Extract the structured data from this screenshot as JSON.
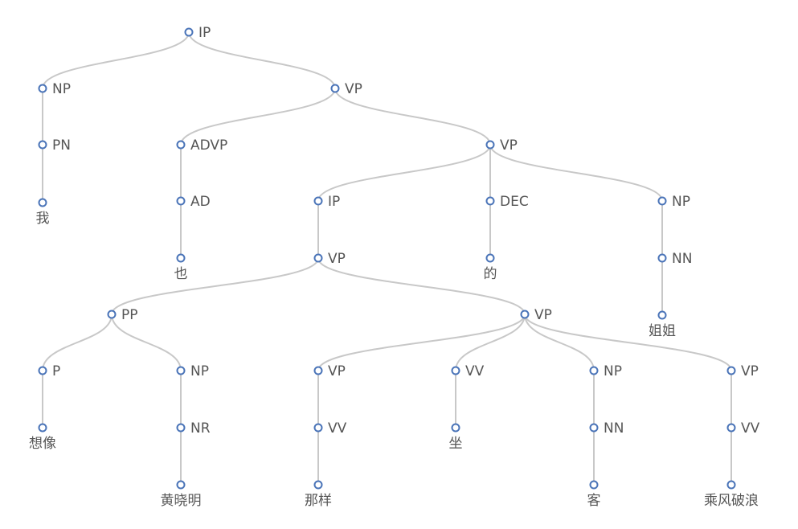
{
  "tree": {
    "nodes": [
      {
        "id": "n0",
        "label": "IP",
        "kind": "phrase"
      },
      {
        "id": "n1",
        "label": "NP",
        "kind": "phrase",
        "parent": "n0"
      },
      {
        "id": "n2",
        "label": "PN",
        "kind": "phrase",
        "parent": "n1"
      },
      {
        "id": "n3",
        "label": "我",
        "kind": "word",
        "parent": "n2"
      },
      {
        "id": "n4",
        "label": "VP",
        "kind": "phrase",
        "parent": "n0"
      },
      {
        "id": "n5",
        "label": "ADVP",
        "kind": "phrase",
        "parent": "n4"
      },
      {
        "id": "n6",
        "label": "AD",
        "kind": "phrase",
        "parent": "n5"
      },
      {
        "id": "n7",
        "label": "也",
        "kind": "word",
        "parent": "n6"
      },
      {
        "id": "n8",
        "label": "VP",
        "kind": "phrase",
        "parent": "n4"
      },
      {
        "id": "n9",
        "label": "IP",
        "kind": "phrase",
        "parent": "n8"
      },
      {
        "id": "n10",
        "label": "VP",
        "kind": "phrase",
        "parent": "n9"
      },
      {
        "id": "n11",
        "label": "PP",
        "kind": "phrase",
        "parent": "n10"
      },
      {
        "id": "n12",
        "label": "P",
        "kind": "phrase",
        "parent": "n11"
      },
      {
        "id": "n13",
        "label": "想像",
        "kind": "word",
        "parent": "n12"
      },
      {
        "id": "n14",
        "label": "NP",
        "kind": "phrase",
        "parent": "n11"
      },
      {
        "id": "n15",
        "label": "NR",
        "kind": "phrase",
        "parent": "n14"
      },
      {
        "id": "n16",
        "label": "黄晓明",
        "kind": "word",
        "parent": "n15"
      },
      {
        "id": "n17",
        "label": "VP",
        "kind": "phrase",
        "parent": "n10"
      },
      {
        "id": "n18",
        "label": "VP",
        "kind": "phrase",
        "parent": "n17"
      },
      {
        "id": "n19",
        "label": "VV",
        "kind": "phrase",
        "parent": "n18"
      },
      {
        "id": "n20",
        "label": "那样",
        "kind": "word",
        "parent": "n19"
      },
      {
        "id": "n21",
        "label": "VV",
        "kind": "phrase",
        "parent": "n17"
      },
      {
        "id": "n22",
        "label": "坐",
        "kind": "word",
        "parent": "n21"
      },
      {
        "id": "n23",
        "label": "NP",
        "kind": "phrase",
        "parent": "n17"
      },
      {
        "id": "n24",
        "label": "NN",
        "kind": "phrase",
        "parent": "n23"
      },
      {
        "id": "n25",
        "label": "客",
        "kind": "word",
        "parent": "n24"
      },
      {
        "id": "n26",
        "label": "VP",
        "kind": "phrase",
        "parent": "n17"
      },
      {
        "id": "n27",
        "label": "VV",
        "kind": "phrase",
        "parent": "n26"
      },
      {
        "id": "n28",
        "label": "乘风破浪",
        "kind": "word",
        "parent": "n27"
      },
      {
        "id": "n29",
        "label": "DEC",
        "kind": "phrase",
        "parent": "n8"
      },
      {
        "id": "n30",
        "label": "的",
        "kind": "word",
        "parent": "n29"
      },
      {
        "id": "n31",
        "label": "NP",
        "kind": "phrase",
        "parent": "n8"
      },
      {
        "id": "n32",
        "label": "NN",
        "kind": "phrase",
        "parent": "n31"
      },
      {
        "id": "n33",
        "label": "姐姐",
        "kind": "word",
        "parent": "n32"
      }
    ]
  },
  "colors": {
    "node_stroke": "#4a74b8",
    "edge": "#c8c8c8",
    "label": "#555555"
  }
}
